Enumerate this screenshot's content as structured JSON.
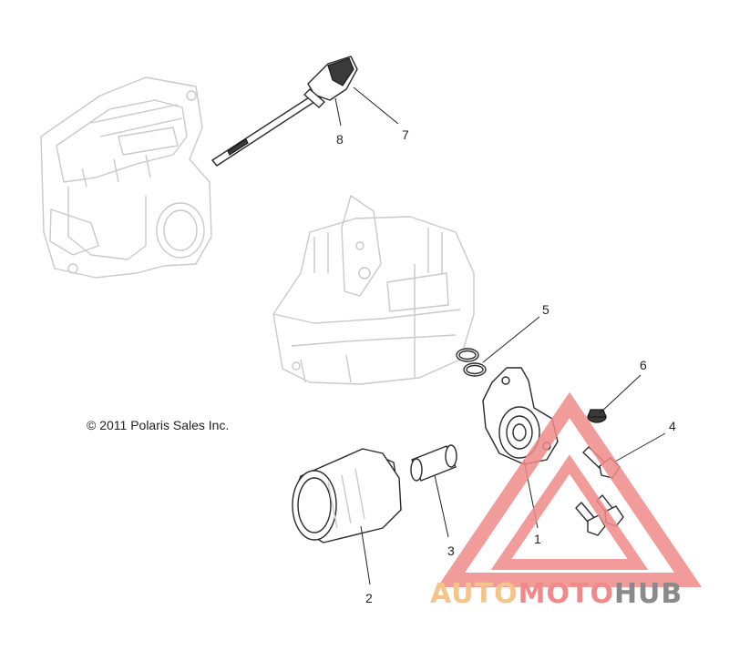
{
  "copyright": "© 2011 Polaris Sales Inc.",
  "callouts": [
    {
      "id": "1",
      "label": "1"
    },
    {
      "id": "2",
      "label": "2"
    },
    {
      "id": "3",
      "label": "3"
    },
    {
      "id": "4",
      "label": "4"
    },
    {
      "id": "5",
      "label": "5"
    },
    {
      "id": "6",
      "label": "6"
    },
    {
      "id": "7",
      "label": "7"
    },
    {
      "id": "8",
      "label": "8"
    }
  ],
  "watermark": {
    "part1": "AUTO",
    "part2": "MOTO",
    "part3": "HUB",
    "color_light": "#f5c48a",
    "color_red": "#f08a8a",
    "color_gray": "#8a8a8a"
  }
}
